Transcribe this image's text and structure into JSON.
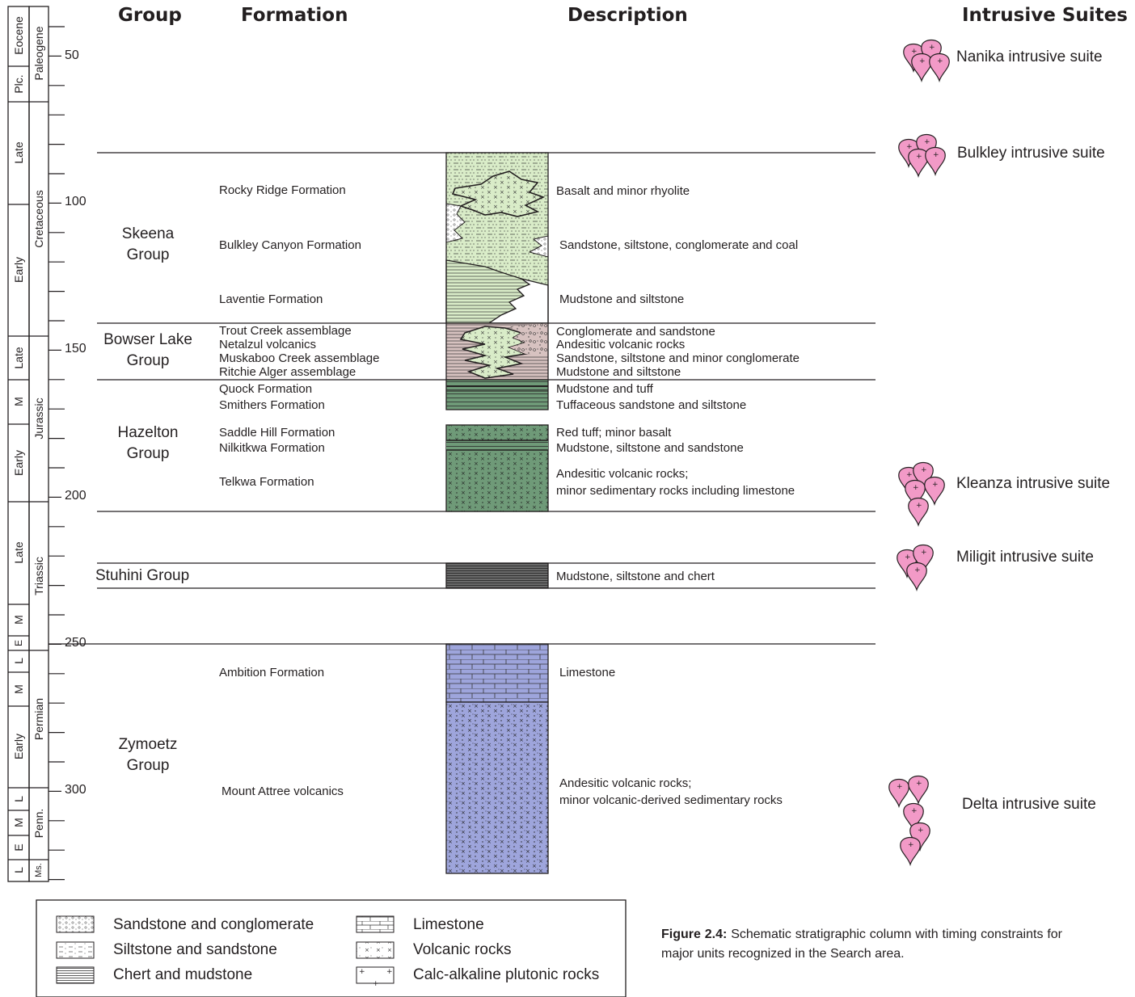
{
  "headers": {
    "group": "Group",
    "formation": "Formation",
    "description": "Description",
    "intrusive": "Intrusive Suites"
  },
  "timescale": {
    "ticks": [
      "50",
      "100",
      "150",
      "200",
      "250",
      "300"
    ],
    "periods": [
      "Eocene",
      "Plc.",
      "Paleogene",
      "Cretaceous",
      "Jurassic",
      "Triassic",
      "Permian",
      "Penn.",
      "Ms."
    ],
    "epochs": [
      "Late",
      "Early",
      "Late",
      "M",
      "Early",
      "Late",
      "M",
      "E",
      "L",
      "M",
      "Early",
      "L",
      "M",
      "E",
      "L"
    ]
  },
  "groups": [
    "Skeena Group",
    "Bowser Lake Group",
    "Hazelton Group",
    "Stuhini Group",
    "Zymoetz Group"
  ],
  "formations": [
    "Rocky Ridge Formation",
    "Bulkley Canyon Formation",
    "Laventie Formation",
    "Trout Creek assemblage",
    "Netalzul volcanics",
    "Muskaboo Creek assemblage",
    "Ritchie Alger assemblage",
    "Quock Formation",
    "Smithers Formation",
    "Saddle Hill Formation",
    "Nilkitkwa Formation",
    "Telkwa Formation",
    "Ambition Formation",
    "Mount Attree volcanics"
  ],
  "descriptions": [
    "Basalt and minor rhyolite",
    "Sandstone, siltstone, conglomerate and coal",
    "Mudstone and siltstone",
    "Conglomerate and sandstone",
    "Andesitic volcanic rocks",
    "Sandstone, siltstone and minor conglomerate",
    "Mudstone and siltstone",
    "Mudstone and tuff",
    "Tuffaceous sandstone and siltstone",
    "Red tuff; minor basalt",
    "Mudstone, siltstone and sandstone",
    "Andesitic volcanic rocks;",
    "minor sedimentary rocks including limestone",
    "Mudstone, siltstone and chert",
    "Limestone",
    "Andesitic volcanic rocks;",
    "minor volcanic-derived sedimentary rocks"
  ],
  "suites": [
    "Nanika intrusive suite",
    "Bulkley intrusive suite",
    "Kleanza intrusive suite",
    "Miligit intrusive suite",
    "Delta intrusive suite"
  ],
  "legend": [
    "Sandstone and conglomerate",
    "Siltstone and sandstone",
    "Chert and mudstone",
    "Limestone",
    "Volcanic rocks",
    "Calc-alkaline plutonic rocks"
  ],
  "caption": {
    "label": "Figure 2.4:",
    "text": " Schematic stratigraphic column with timing constraints for major units recognized in the Search area."
  },
  "colors": {
    "green_light": "#d9ecc8",
    "pink": "#d7c2c0",
    "green_dark": "#6f9a78",
    "blue": "#9ea5dc",
    "pluton": "#f29ac7"
  }
}
